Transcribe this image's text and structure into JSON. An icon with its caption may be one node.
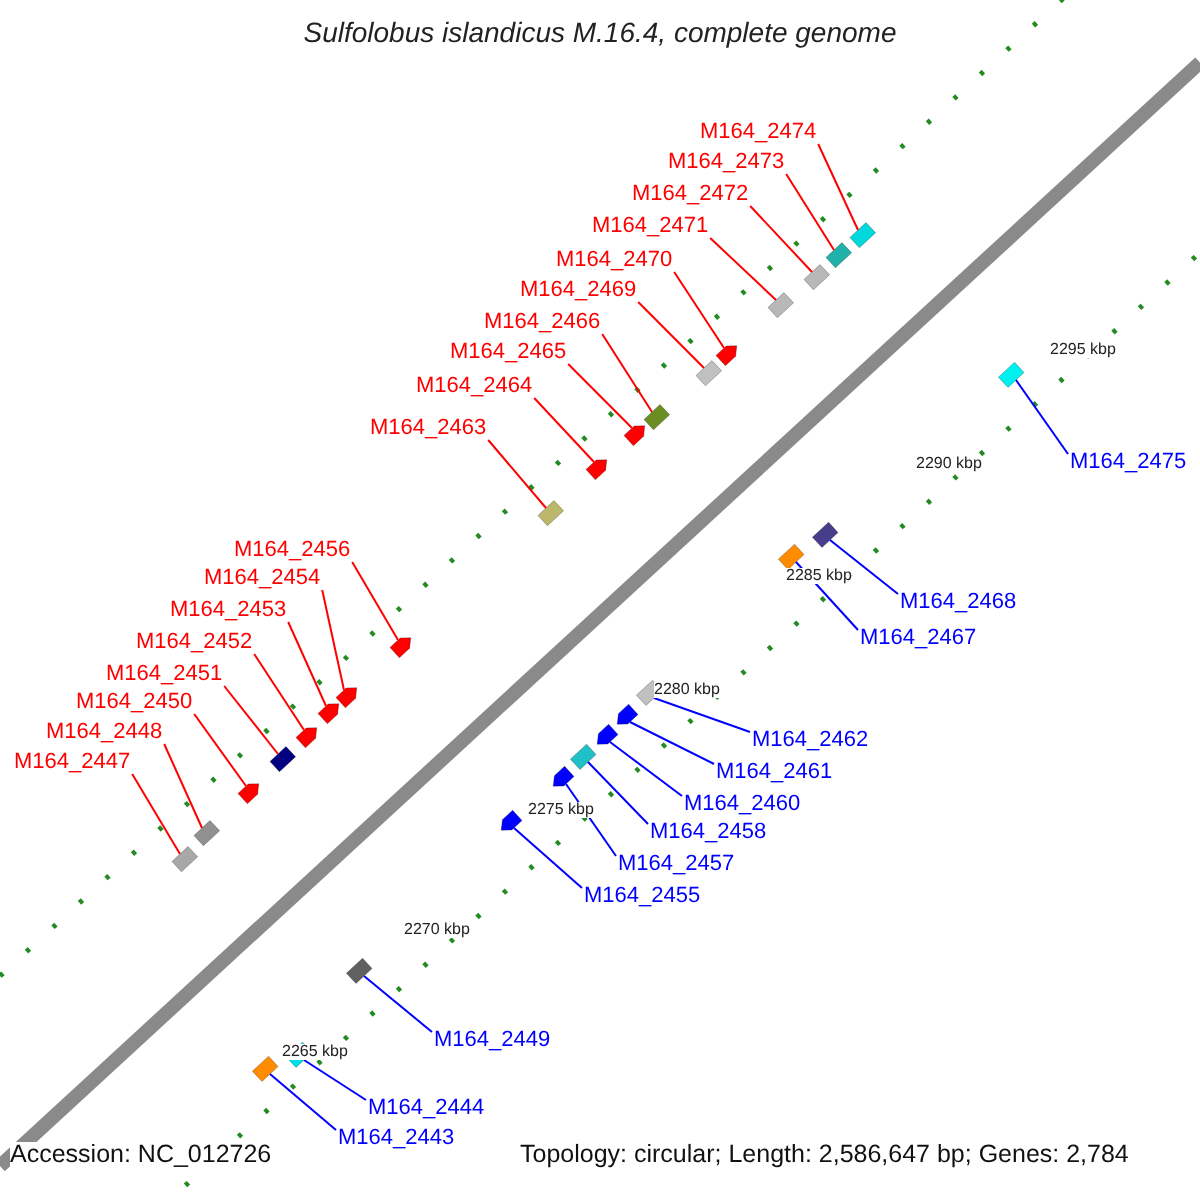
{
  "diagram": {
    "title": "Sulfolobus islandicus M.16.4, complete genome",
    "nodes": [
      {
        "text": [
          "M164_2474"
        ]
      },
      {
        "text": [],
        "shape": "box"
      },
      {
        "text": [
          "M164_2473"
        ]
      },
      {
        "text": [],
        "shape": "box"
      },
      {
        "text": [
          "M164_2472"
        ]
      },
      {
        "text": [],
        "shape": "box"
      },
      {
        "text": [
          "M164_2471"
        ]
      },
      {
        "text": [],
        "shape": "box"
      },
      {
        "text": [
          "M164_2470"
        ]
      },
      {
        "text": [],
        "shape": "arrow"
      },
      {
        "text": [
          "M164_2469"
        ]
      },
      {
        "text": [],
        "shape": "box"
      },
      {
        "text": [
          "M164_2466"
        ]
      },
      {
        "text": [],
        "shape": "box"
      },
      {
        "text": [
          "M164_2465"
        ]
      },
      {
        "text": [],
        "shape": "arrow"
      },
      {
        "text": [
          "M164_2464"
        ]
      },
      {
        "text": [],
        "shape": "arrow"
      },
      {
        "text": [
          "M164_2463"
        ]
      },
      {
        "text": [],
        "shape": "box"
      },
      {
        "text": [
          "M164_2456"
        ]
      },
      {
        "text": [],
        "shape": "arrow"
      },
      {
        "text": [
          "M164_2454"
        ]
      },
      {
        "text": [],
        "shape": "arrow"
      },
      {
        "text": [
          "M164_2453"
        ]
      },
      {
        "text": [],
        "shape": "arrow"
      },
      {
        "text": [
          "M164_2452"
        ]
      },
      {
        "text": [],
        "shape": "arrow"
      },
      {
        "text": [
          "M164_2451"
        ]
      },
      {
        "text": [],
        "shape": "box"
      },
      {
        "text": [
          "M164_2450"
        ]
      },
      {
        "text": [],
        "shape": "arrow"
      },
      {
        "text": [
          "M164_2448"
        ]
      },
      {
        "text": [],
        "shape": "box"
      },
      {
        "text": [
          "M164_2447"
        ]
      },
      {
        "text": [],
        "shape": "box"
      },
      {
        "text": [
          "M164_2475"
        ]
      },
      {
        "text": [],
        "shape": "box"
      },
      {
        "text": [
          "M164_2468"
        ]
      },
      {
        "text": [],
        "shape": "box"
      },
      {
        "text": [
          "M164_2467"
        ]
      },
      {
        "text": [],
        "shape": "box"
      },
      {
        "text": [
          "M164_2462"
        ]
      },
      {
        "text": [],
        "shape": "box"
      },
      {
        "text": [
          "M164_2461"
        ]
      },
      {
        "text": [],
        "shape": "arrow"
      },
      {
        "text": [
          "M164_2460"
        ]
      },
      {
        "text": [],
        "shape": "arrow"
      },
      {
        "text": [
          "M164_2458"
        ]
      },
      {
        "text": [],
        "shape": "box"
      },
      {
        "text": [
          "M164_2457"
        ]
      },
      {
        "text": [],
        "shape": "arrow"
      },
      {
        "text": [
          "M164_2455"
        ]
      },
      {
        "text": [],
        "shape": "arrow"
      },
      {
        "text": [
          "M164_2449"
        ]
      },
      {
        "text": [],
        "shape": "box"
      },
      {
        "text": [
          "M164_2444"
        ]
      },
      {
        "text": [],
        "shape": "box"
      },
      {
        "text": [
          "M164_2443"
        ]
      },
      {
        "text": [],
        "shape": "box"
      }
    ],
    "edges": [
      {
        "from": 0,
        "to": 1,
        "arrow": "none"
      },
      {
        "from": 2,
        "to": 3,
        "arrow": "none"
      },
      {
        "from": 4,
        "to": 5,
        "arrow": "none"
      },
      {
        "from": 6,
        "to": 7,
        "arrow": "none"
      },
      {
        "from": 8,
        "to": 9,
        "arrow": "none"
      },
      {
        "from": 10,
        "to": 11,
        "arrow": "none"
      },
      {
        "from": 12,
        "to": 13,
        "arrow": "none"
      },
      {
        "from": 14,
        "to": 15,
        "arrow": "none"
      },
      {
        "from": 16,
        "to": 17,
        "arrow": "none"
      },
      {
        "from": 18,
        "to": 19,
        "arrow": "none"
      },
      {
        "from": 20,
        "to": 21,
        "arrow": "none"
      },
      {
        "from": 22,
        "to": 23,
        "arrow": "none"
      },
      {
        "from": 24,
        "to": 25,
        "arrow": "none"
      },
      {
        "from": 26,
        "to": 27,
        "arrow": "none"
      },
      {
        "from": 28,
        "to": 29,
        "arrow": "none"
      },
      {
        "from": 30,
        "to": 31,
        "arrow": "none"
      },
      {
        "from": 32,
        "to": 33,
        "arrow": "none"
      },
      {
        "from": 34,
        "to": 35,
        "arrow": "none"
      },
      {
        "from": 36,
        "to": 37,
        "arrow": "none",
        "color": "#0000ff"
      },
      {
        "from": 38,
        "to": 39,
        "arrow": "none",
        "color": "#0000ff"
      },
      {
        "from": 40,
        "to": 41,
        "arrow": "none",
        "color": "#0000ff"
      },
      {
        "from": 42,
        "to": 43,
        "arrow": "none",
        "color": "#0000ff"
      },
      {
        "from": 44,
        "to": 45,
        "arrow": "none",
        "color": "#0000ff"
      },
      {
        "from": 46,
        "to": 47,
        "arrow": "none",
        "color": "#0000ff"
      },
      {
        "from": 48,
        "to": 49,
        "arrow": "none",
        "color": "#0000ff"
      },
      {
        "from": 50,
        "to": 51,
        "arrow": "none",
        "color": "#0000ff"
      },
      {
        "from": 52,
        "to": 53,
        "arrow": "none",
        "color": "#0000ff"
      },
      {
        "from": 54,
        "to": 55,
        "arrow": "none",
        "color": "#0000ff"
      },
      {
        "from": 56,
        "to": 57,
        "arrow": "none",
        "color": "#0000ff"
      },
      {
        "from": 58,
        "to": 59,
        "arrow": "none",
        "color": "#0000ff"
      }
    ],
    "labels": [
      "2295 kbp",
      "2290 kbp",
      "2285 kbp",
      "2280 kbp",
      "2275 kbp",
      "2270 kbp",
      "2265 kbp",
      "Accession: NC_012726",
      "Topology: circular; Length: 2,586,647 bp; Genes: 2,784"
    ]
  }
}
